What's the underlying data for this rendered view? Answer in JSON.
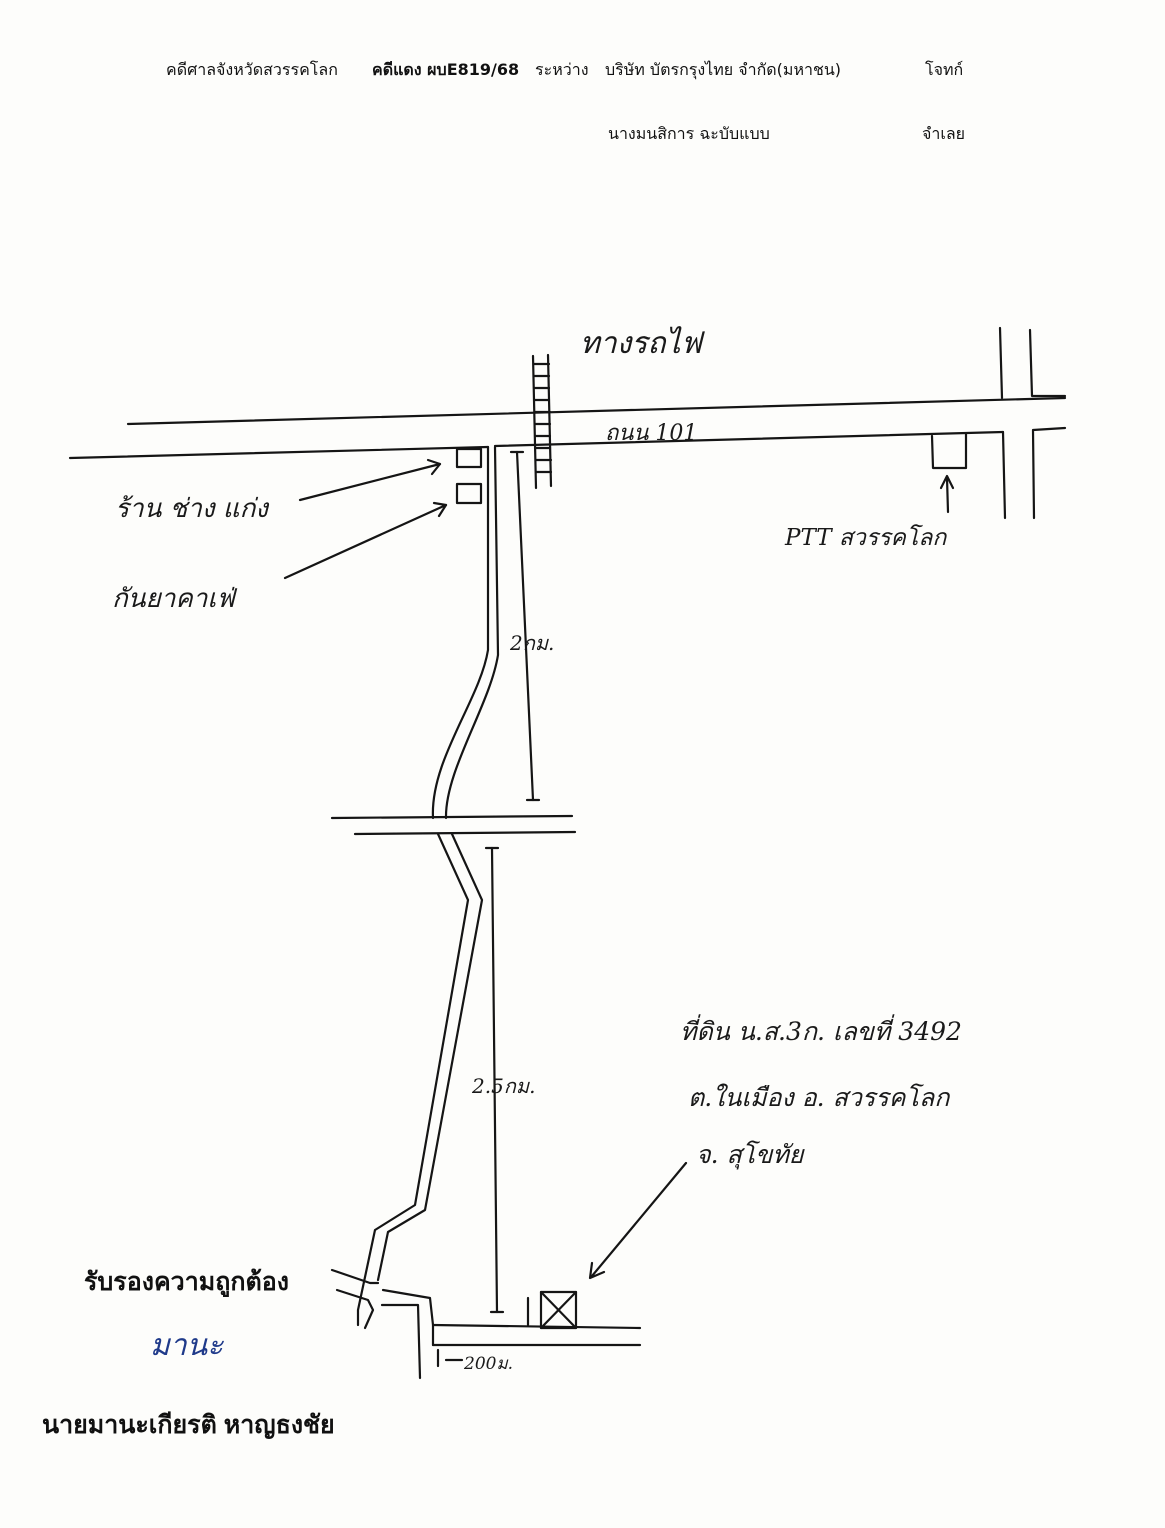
{
  "header": {
    "court": "คดีศาลจังหวัดสวรรคโลก",
    "case_number": "คดีแดง ผบE819/68",
    "between": "ระหว่าง",
    "plaintiff": "บริษัท บัตรกรุงไทย จำกัด(มหาชน)",
    "plaintiff_role": "โจทก์",
    "defendant": "นางมนสิการ ฉะบับแบบ",
    "defendant_role": "จำเลย"
  },
  "map": {
    "railway": "ทางรถไฟ",
    "highway": "ถนน 101",
    "shop": "ร้าน ช่าง แก่ง",
    "cafe": "กันยาคาเฟ่",
    "ptt": "PTT สวรรคโลก",
    "dist1": "2กม.",
    "dist2": "2.5กม.",
    "dist3": "200ม.",
    "land_line1": "ที่ดิน น.ส.3ก. เลขที่ 3492",
    "land_line2": "ต.ในเมือง อ. สวรรคโลก",
    "land_line3": "จ. สุโขทัย"
  },
  "certification": {
    "certify_text": "รับรองความถูกต้อง",
    "signature": "มานะ",
    "signer": "นายมานะเกียรติ หาญธงชัย"
  },
  "colors": {
    "ink": "#151515",
    "signature": "#1f3a8a",
    "paper": "#fdfdfb"
  }
}
